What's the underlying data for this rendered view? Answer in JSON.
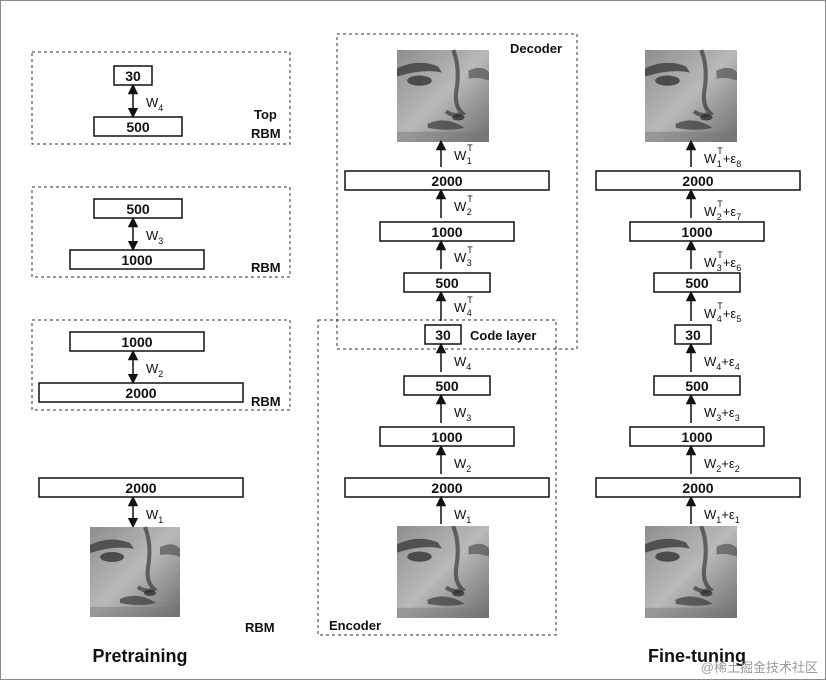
{
  "labels": {
    "top": "Top",
    "rbm": "RBM",
    "decoder": "Decoder",
    "encoder": "Encoder",
    "code_layer": "Code layer",
    "pretraining": "Pretraining",
    "fine_tuning": "Fine-tuning",
    "watermark": "@稀土掘金技术社区"
  },
  "rbm_stack": [
    {
      "top": "30",
      "bottom": "500",
      "w": "W",
      "w_sub": "4"
    },
    {
      "top": "500",
      "bottom": "1000",
      "w": "W",
      "w_sub": "3"
    },
    {
      "top": "1000",
      "bottom": "2000",
      "w": "W",
      "w_sub": "2"
    },
    {
      "top": "2000",
      "w": "W",
      "w_sub": "1"
    }
  ],
  "unrolled": {
    "layers": [
      "2000",
      "1000",
      "500",
      "30",
      "500",
      "1000",
      "2000"
    ],
    "weights_up": [
      "W",
      "W",
      "W",
      "W",
      "W",
      "W",
      "W",
      "W"
    ],
    "weight_subs": [
      "1",
      "2",
      "3",
      "4",
      "4",
      "3",
      "2",
      "1"
    ],
    "transpose_mark": "T"
  },
  "finetune": {
    "layers": [
      "2000",
      "1000",
      "500",
      "30",
      "500",
      "1000",
      "2000"
    ],
    "eps": "ε",
    "eps_subs": [
      "1",
      "2",
      "3",
      "4",
      "5",
      "6",
      "7",
      "8"
    ]
  },
  "colors": {
    "stroke": "#111111",
    "dashed": "#333333",
    "frame": "#8a8a8a"
  },
  "icons": [
    "face-image"
  ]
}
